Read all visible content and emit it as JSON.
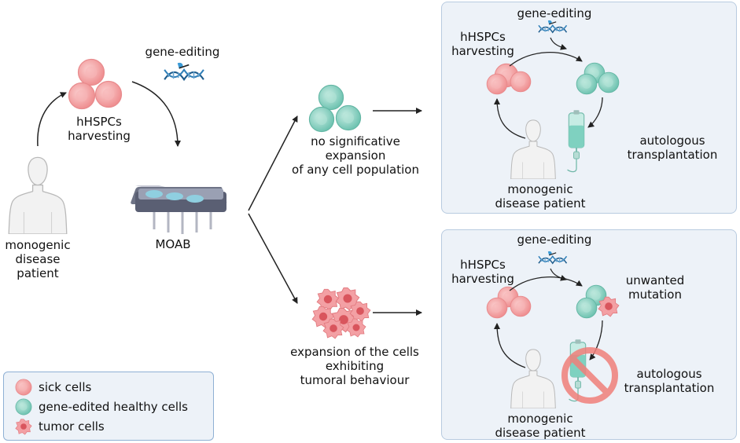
{
  "colors": {
    "sick_cell": "#f4a3a4",
    "healthy_cell": "#8ed3c4",
    "tumor_cell": "#e8777c",
    "panel_bg": "#edf2f8",
    "panel_border": "#b8cbe0",
    "arrow": "#222222",
    "prohibition": "#f07f7a",
    "drip_bag": "#7fd1c0"
  },
  "left": {
    "patient_label": [
      "monogenic",
      "disease",
      "patient"
    ],
    "harvesting_label": [
      "hHSPCs",
      "harvesting"
    ],
    "gene_editing_label": "gene-editing",
    "moab_label": "MOAB"
  },
  "outcome_top": {
    "label": [
      "no significative",
      "expansion",
      "of any cell population"
    ]
  },
  "outcome_bottom": {
    "label": [
      "expansion of the cells",
      "exhibiting",
      "tumoral behaviour"
    ]
  },
  "panel_top": {
    "gene_editing_label": "gene-editing",
    "harvesting_label": [
      "hHSPCs",
      "harvesting"
    ],
    "transplant_label": [
      "autologous",
      "transplantation"
    ],
    "patient_label": [
      "monogenic",
      "disease patient"
    ]
  },
  "panel_bottom": {
    "gene_editing_label": "gene-editing",
    "harvesting_label": [
      "hHSPCs",
      "harvesting"
    ],
    "mutation_label": [
      "unwanted",
      "mutation"
    ],
    "transplant_label": [
      "autologous",
      "transplantation"
    ],
    "patient_label": [
      "monogenic",
      "disease patient"
    ]
  },
  "legend": {
    "items": [
      {
        "label": "sick cells",
        "icon": "sick-cell-icon"
      },
      {
        "label": "gene-edited healthy cells",
        "icon": "healthy-cell-icon"
      },
      {
        "label": "tumor cells",
        "icon": "tumor-cell-icon"
      }
    ]
  }
}
